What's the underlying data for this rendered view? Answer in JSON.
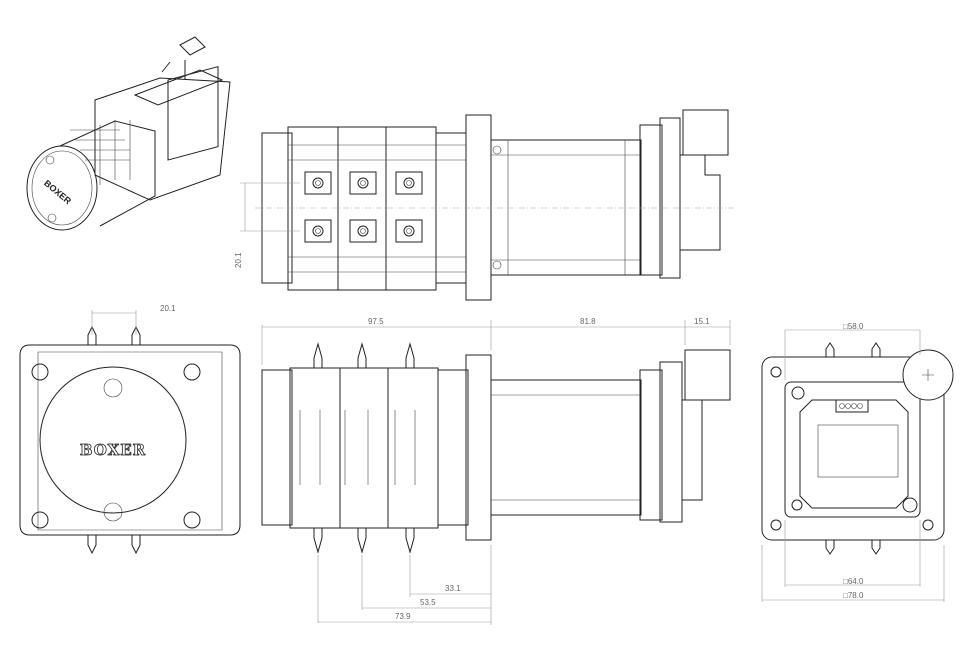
{
  "drawing": {
    "logo_text": "BOXER",
    "dimensions": {
      "top_vertical_pitch": "20.1",
      "front_port_pitch": "20.1",
      "pump_head_length": "97.5",
      "motor_length": "81.8",
      "connector_length": "15.1",
      "mount_hole_square": "□58.0",
      "plate_inner_square": "□64.0",
      "plate_outer_square": "□78.0",
      "port_offset_1": "33.1",
      "port_offset_2": "53.5",
      "port_offset_3": "73.9"
    }
  }
}
